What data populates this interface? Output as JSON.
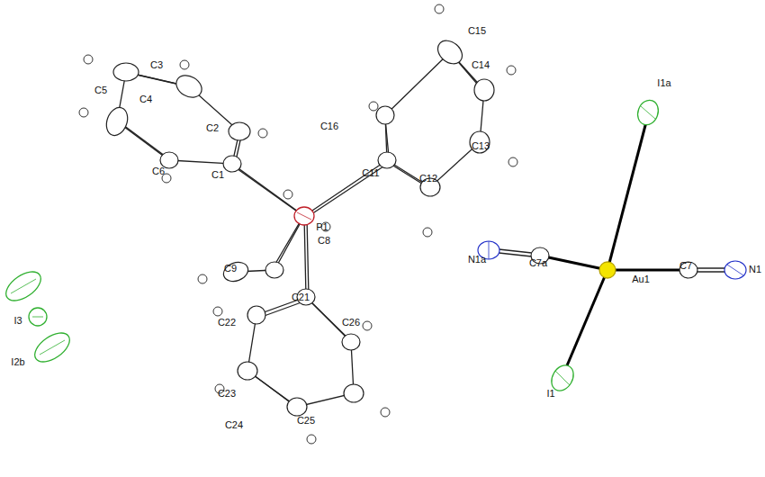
{
  "diagram": {
    "labels": [
      "C3",
      "C15",
      "C5",
      "C4",
      "C14",
      "C2",
      "C16",
      "C13",
      "C6",
      "C1",
      "C11",
      "C12",
      "I1a",
      "P1",
      "N1a",
      "C7a",
      "Au1",
      "C7",
      "N1",
      "C8",
      "C9",
      "C21",
      "I3",
      "C22",
      "C26",
      "I2b",
      "I1",
      "C23",
      "C24",
      "C25"
    ]
  }
}
